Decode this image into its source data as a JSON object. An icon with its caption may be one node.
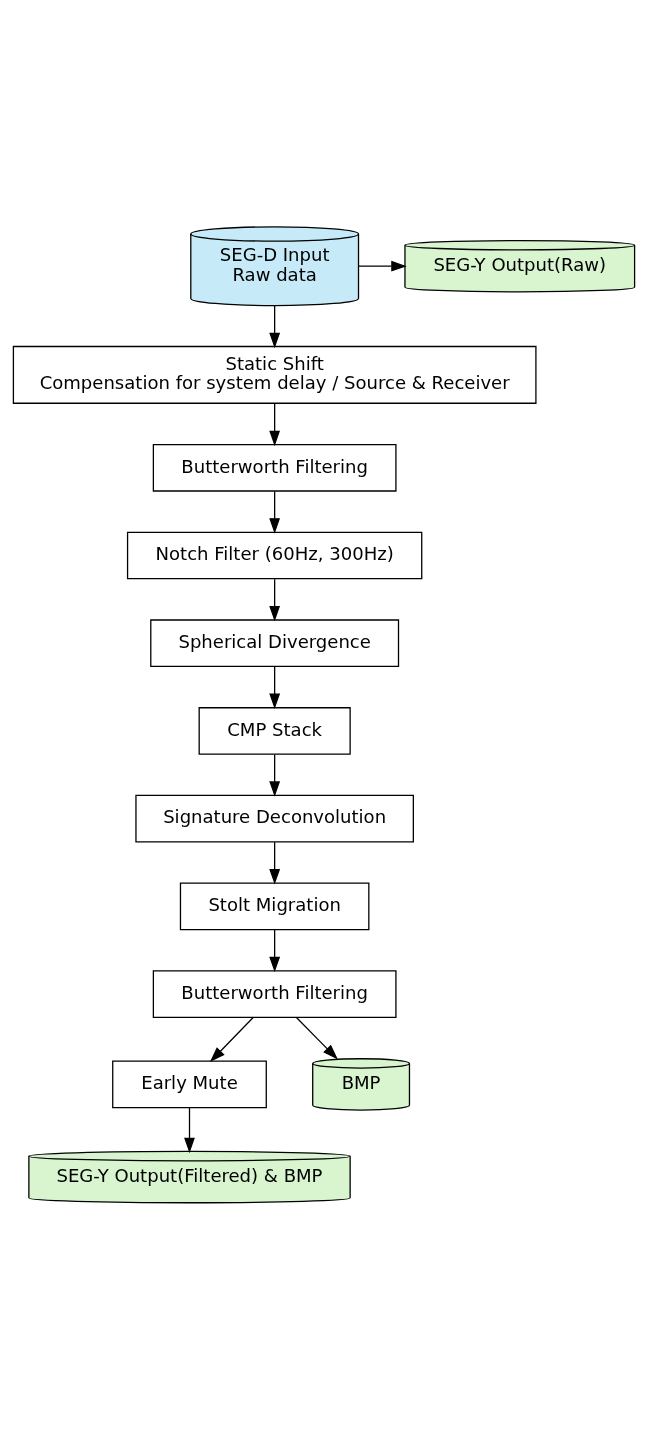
{
  "diagram": {
    "nodes": [
      {
        "text": [
          "SEG-D Input",
          "Raw data"
        ]
      },
      {
        "text": [
          "SEG-Y Output(Raw)"
        ]
      },
      {
        "text": [
          "Static Shift",
          "Compensation for system delay / Source & Receiver"
        ]
      },
      {
        "text": [
          "Butterworth Filtering"
        ]
      },
      {
        "text": [
          "Notch Filter (60Hz, 300Hz)"
        ]
      },
      {
        "text": [
          "Spherical Divergence"
        ]
      },
      {
        "text": [
          "CMP Stack"
        ]
      },
      {
        "text": [
          "Signature Deconvolution"
        ]
      },
      {
        "text": [
          "Stolt Migration"
        ]
      },
      {
        "text": [
          "Butterworth Filtering"
        ]
      },
      {
        "text": [
          "Early Mute"
        ]
      },
      {
        "text": [
          "BMP"
        ]
      },
      {
        "text": [
          "SEG-Y Output(Filtered) & BMP"
        ]
      }
    ],
    "edges": [
      {
        "from": 0,
        "to": 1,
        "arrow": "to"
      },
      {
        "from": 0,
        "to": 2,
        "arrow": "to"
      },
      {
        "from": 2,
        "to": 3,
        "arrow": "to"
      },
      {
        "from": 3,
        "to": 4,
        "arrow": "to"
      },
      {
        "from": 4,
        "to": 5,
        "arrow": "to"
      },
      {
        "from": 5,
        "to": 6,
        "arrow": "to"
      },
      {
        "from": 6,
        "to": 7,
        "arrow": "to"
      },
      {
        "from": 7,
        "to": 8,
        "arrow": "to"
      },
      {
        "from": 8,
        "to": 9,
        "arrow": "to"
      },
      {
        "from": 9,
        "to": 11,
        "arrow": "to"
      },
      {
        "from": 9,
        "to": 10,
        "arrow": "to"
      },
      {
        "from": 10,
        "to": 12,
        "arrow": "to"
      }
    ]
  }
}
